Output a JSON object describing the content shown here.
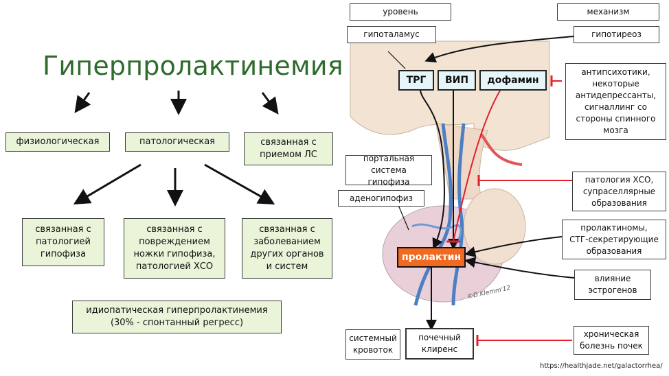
{
  "left": {
    "title": "Гиперпролактинемия",
    "row1": [
      "физиологическая",
      "патологическая",
      "связанная с\nприемом ЛС"
    ],
    "row2": [
      "связанная с\nпатологией\nгипофиза",
      "связанная с\nповреждением\nножки гипофиза,\nпатологией ХСО",
      "связанная с\nзаболеванием\nдругих органов\nи систем"
    ],
    "idiopathic": "идиопатическая гиперпролактинемия\n(30% - спонтанный регресс)"
  },
  "right": {
    "level_header": "уровень",
    "mechanism_header": "механизм",
    "hypothalamus": "гипоталамус",
    "hypothyroidism": "гипотиреоз",
    "hormones": [
      "ТРГ",
      "ВИП",
      "дофамин"
    ],
    "dopamine_blockers": "антипсихотики,\nнекоторые\nантидепрессанты,\nсигналлинг со\nстороны спинного\nмозга",
    "portal_system": "портальная\nсистема гипофиза",
    "hso_pathology": "патология ХСО,\nсупраселлярные\nобразования",
    "adenohypophysis": "аденогипофиз",
    "prolactinomas": "пролактиномы,\nСТГ-секретирующие\nобразования",
    "prolactin": "пролактин",
    "estrogens": "влияние\nэстрогенов",
    "systemic_blood": "системный\nкровоток",
    "renal_clearance": "почечный\nклиренс",
    "ckd": "хроническая\nболезнь почек",
    "illustration_signature": "©D.Klemm'12",
    "source_url": "https://healthjade.net/galactorrhea/"
  },
  "colors": {
    "title_green": "#2f6b2c",
    "box_green": "#e9f4d9",
    "prolactin_orange": "#f26a21",
    "inhibit_red": "#e0202a"
  }
}
